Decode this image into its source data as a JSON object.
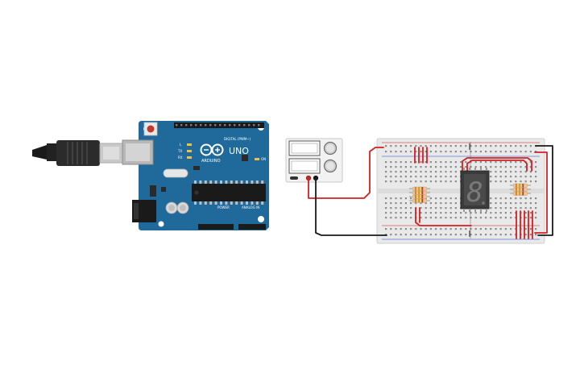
{
  "arduino": {
    "model_label": "UNO",
    "brand_label": "ARDUINO",
    "digital_header_label": "DIGITAL (PWM~)",
    "power_header_label": "POWER",
    "analog_header_label": "ANALOG IN",
    "led_labels": [
      "L",
      "TX",
      "RX"
    ],
    "on_label": "ON",
    "board_color": "#1f6a9a"
  },
  "power_supply": {
    "caption": ""
  },
  "display": {
    "digit": "8"
  },
  "wire_colors": {
    "positive": "#d42020",
    "negative": "#1a1a1a"
  },
  "resistor_band_colors": [
    "#e07b1a",
    "#c8a000",
    "#c0392b"
  ]
}
